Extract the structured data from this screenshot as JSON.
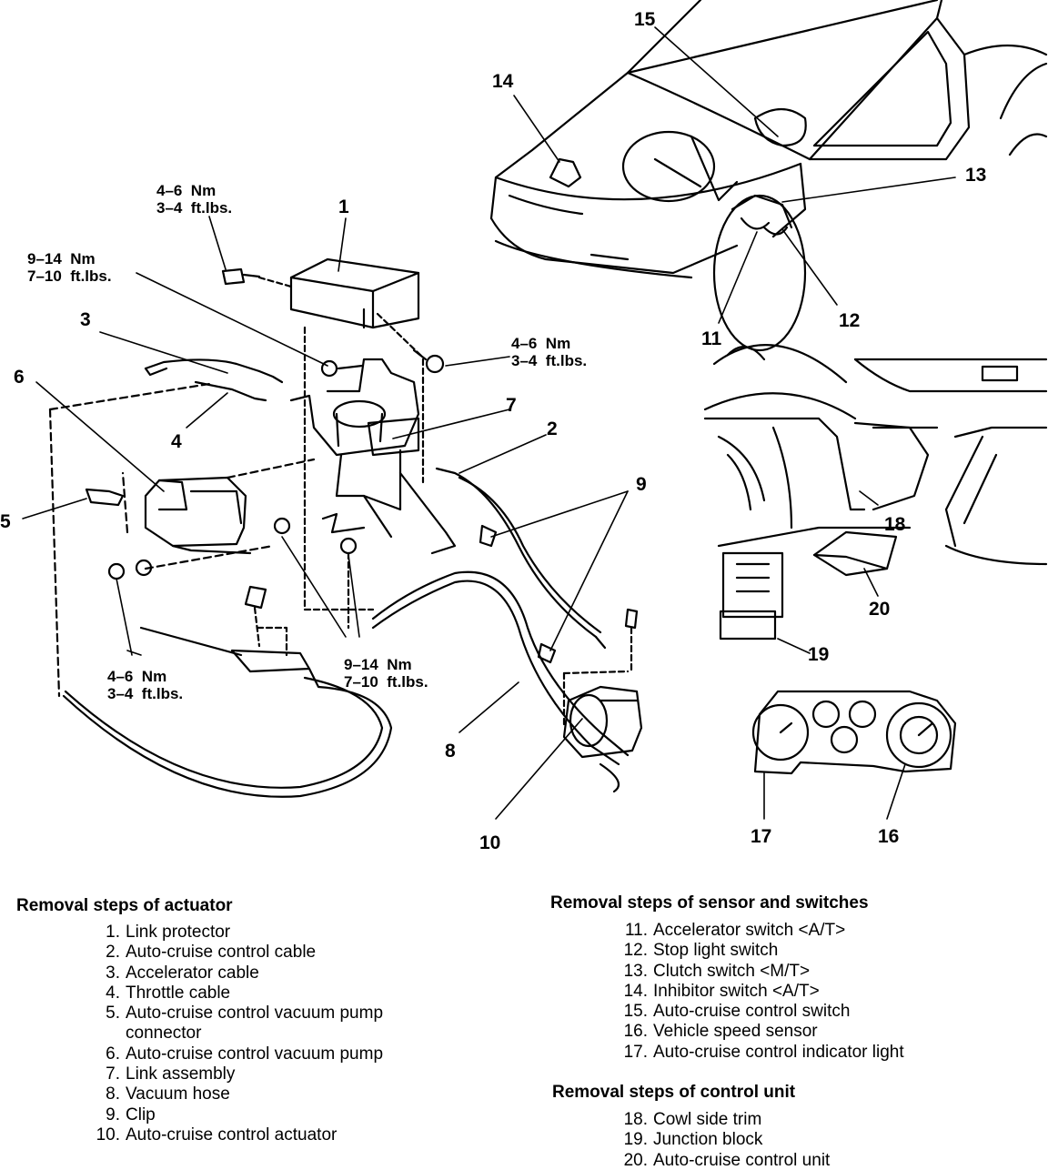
{
  "callouts": [
    "1",
    "2",
    "3",
    "4",
    "5",
    "6",
    "7",
    "8",
    "9",
    "10",
    "11",
    "12",
    "13",
    "14",
    "15",
    "16",
    "17",
    "18",
    "19",
    "20"
  ],
  "torque_specs": {
    "cover_bolt": "4–6  Nm\n3–4  ft.lbs.",
    "bracket_bolt": "9–14  Nm\n7–10  ft.lbs.",
    "nut_right": "4–6  Nm\n3–4  ft.lbs.",
    "link_bolts": "9–14  Nm\n7–10  ft.lbs.",
    "lower_left": "4–6  Nm\n3–4  ft.lbs."
  },
  "actuator": {
    "heading": "Removal steps of actuator",
    "steps": [
      {
        "num": "1.",
        "text": "Link protector"
      },
      {
        "num": "2.",
        "text": "Auto-cruise control cable"
      },
      {
        "num": "3.",
        "text": "Accelerator cable"
      },
      {
        "num": "4.",
        "text": "Throttle cable"
      },
      {
        "num": "5.",
        "text": "Auto-cruise control vacuum pump\nconnector"
      },
      {
        "num": "6.",
        "text": "Auto-cruise control vacuum pump"
      },
      {
        "num": "7.",
        "text": "Link assembly"
      },
      {
        "num": "8.",
        "text": "Vacuum hose"
      },
      {
        "num": "9.",
        "text": "Clip"
      },
      {
        "num": "10.",
        "text": "Auto-cruise control actuator"
      }
    ]
  },
  "sensors": {
    "heading": "Removal steps of sensor and switches",
    "steps": [
      {
        "num": "11.",
        "text": "Accelerator switch <A/T>"
      },
      {
        "num": "12.",
        "text": "Stop light switch"
      },
      {
        "num": "13.",
        "text": "Clutch switch <M/T>"
      },
      {
        "num": "14.",
        "text": "Inhibitor switch <A/T>"
      },
      {
        "num": "15.",
        "text": "Auto-cruise control switch"
      },
      {
        "num": "16.",
        "text": "Vehicle speed sensor"
      },
      {
        "num": "17.",
        "text": "Auto-cruise control indicator light"
      }
    ]
  },
  "control_unit": {
    "heading": "Removal steps of control unit",
    "steps": [
      {
        "num": "18.",
        "text": "Cowl side trim"
      },
      {
        "num": "19.",
        "text": "Junction block"
      },
      {
        "num": "20.",
        "text": "Auto-cruise control unit"
      }
    ]
  }
}
